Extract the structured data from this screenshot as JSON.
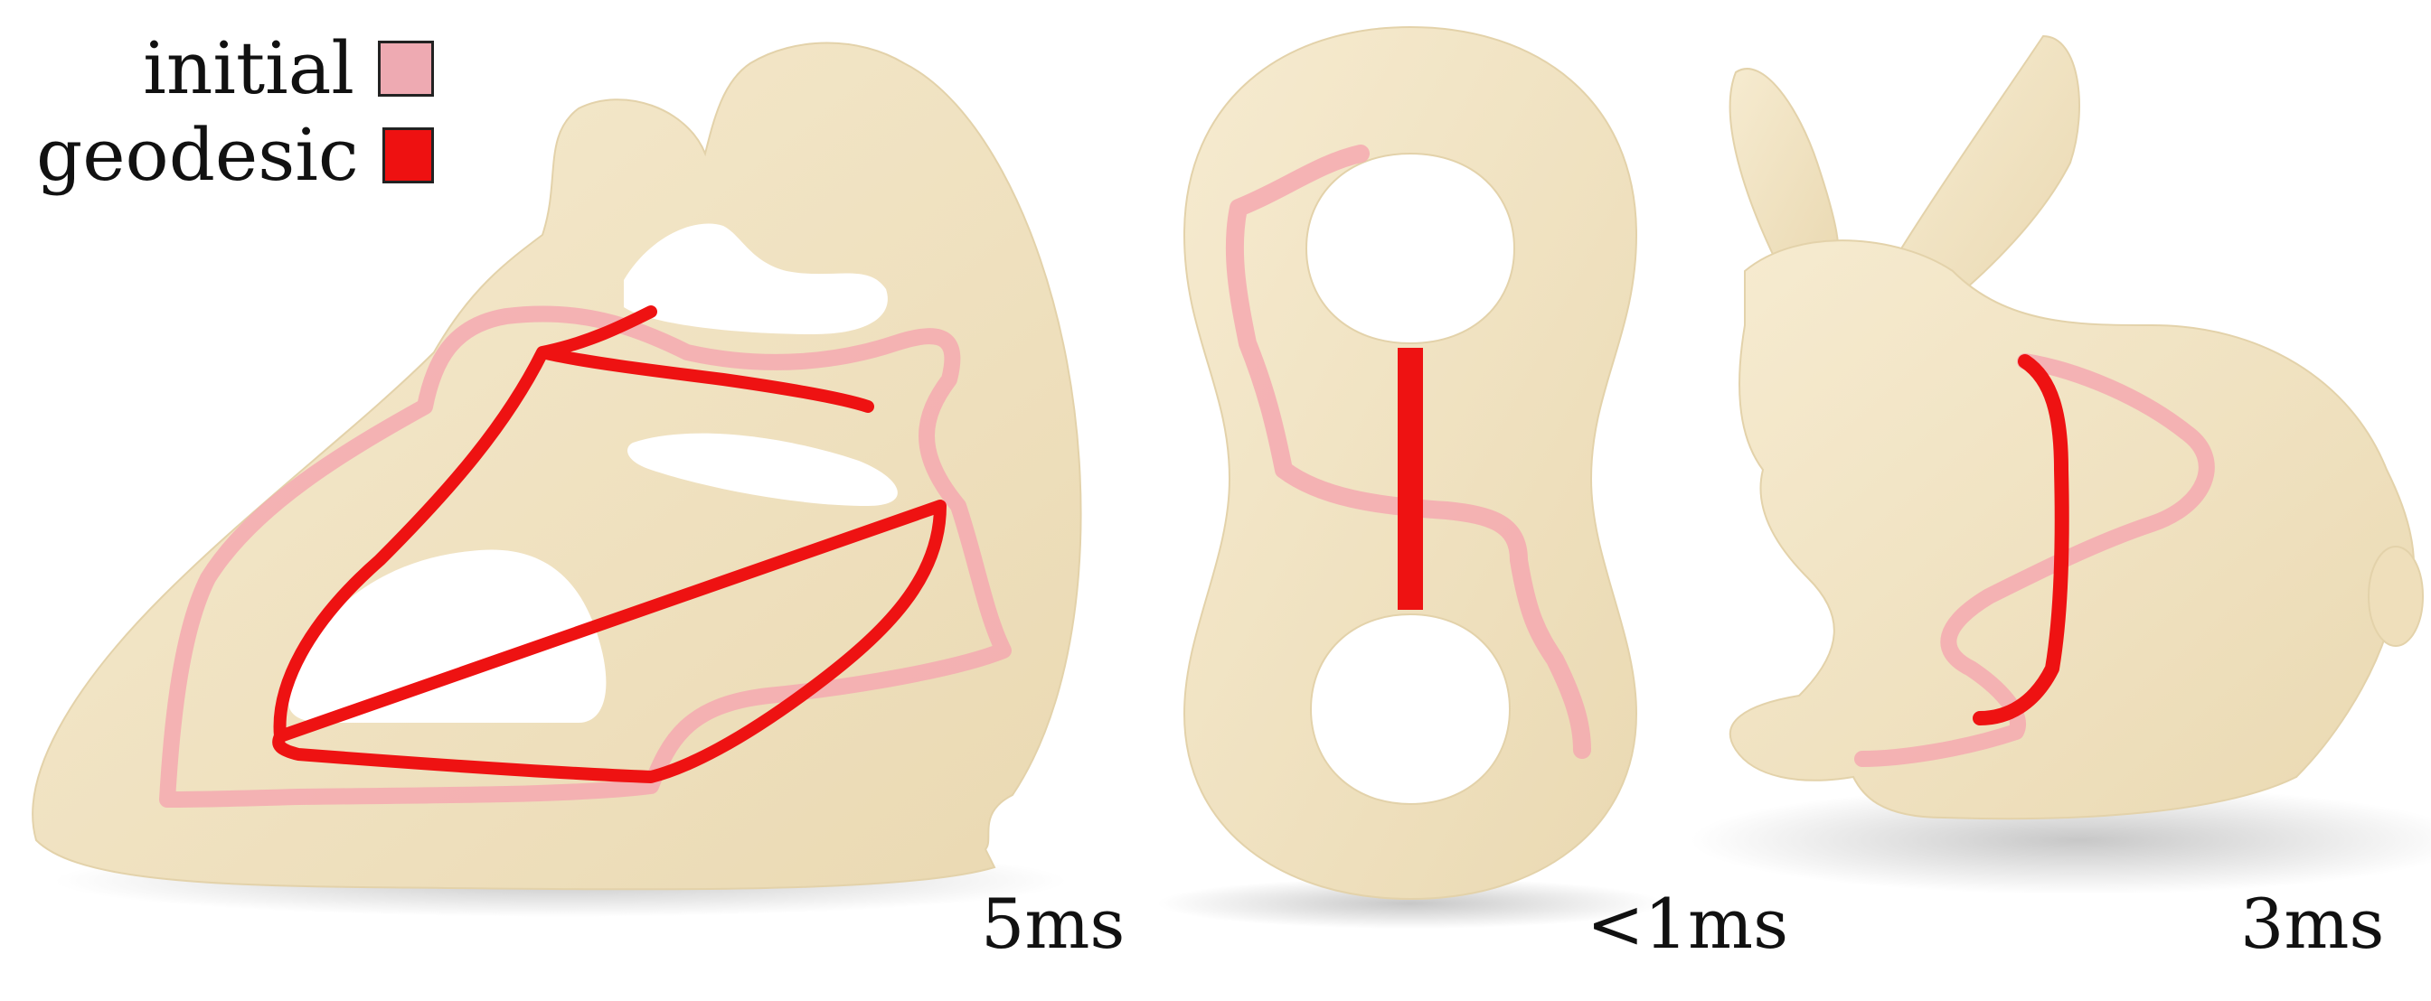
{
  "legend": {
    "items": [
      {
        "label": "initial",
        "color": "#eeaab2"
      },
      {
        "label": "geodesic",
        "color": "#ee1111"
      }
    ]
  },
  "models": [
    {
      "name": "kissing-sculpture",
      "timing": "5ms"
    },
    {
      "name": "double-torus",
      "timing": "<1ms"
    },
    {
      "name": "bunny",
      "timing": "3ms"
    }
  ],
  "colors": {
    "surface": "#f2e4c3",
    "surface_shade": "#e2d0a6",
    "initial_curve": "#f4a9b0",
    "geodesic_curve": "#ee1212"
  }
}
